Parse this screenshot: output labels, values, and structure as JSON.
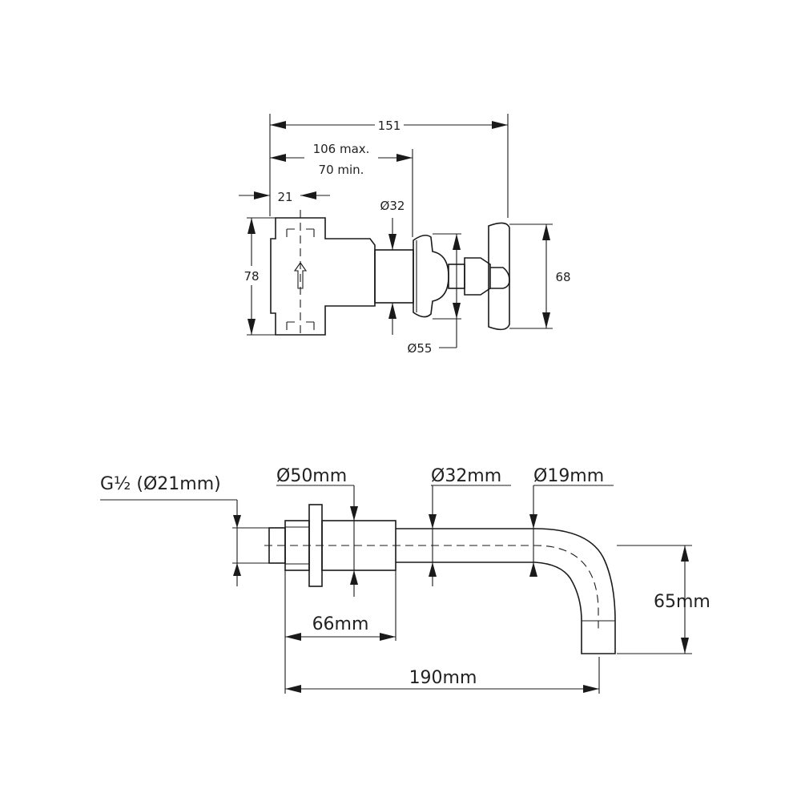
{
  "top_view": {
    "dim_overall": "151",
    "dim_max": "106 max.",
    "dim_min": "70 min.",
    "dim_offset": "21",
    "dim_height": "78",
    "dim_stem": "Ø32",
    "dim_flange": "Ø55",
    "dim_handle": "68"
  },
  "bottom_view": {
    "dim_thread": "G½ (Ø21mm)",
    "dim_body": "Ø50mm",
    "dim_pipe": "Ø32mm",
    "dim_spout": "Ø19mm",
    "dim_drop": "65mm",
    "dim_body_len": "66mm",
    "dim_total_len": "190mm"
  }
}
